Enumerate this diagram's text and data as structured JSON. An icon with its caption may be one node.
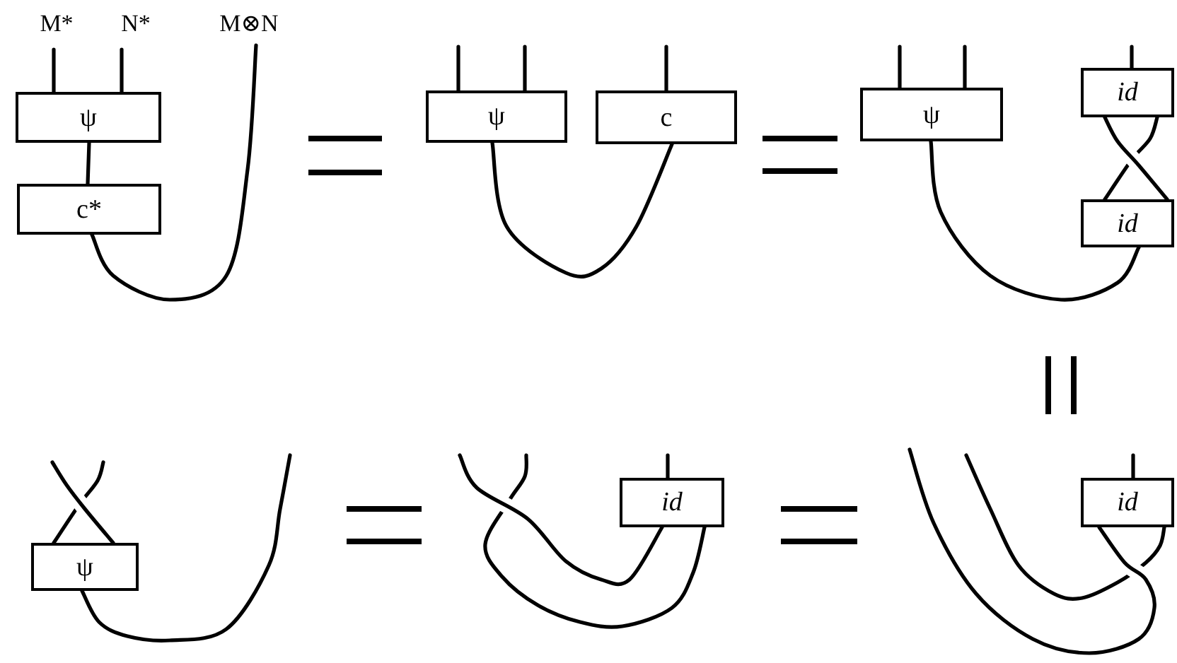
{
  "diagram": {
    "nodes": [
      {
        "text": [
          "ψ"
        ]
      },
      {
        "text": [
          "c*"
        ]
      },
      {
        "text": [
          "ψ"
        ]
      },
      {
        "text": [
          "c"
        ]
      },
      {
        "text": [
          "ψ"
        ]
      },
      {
        "text": [
          "id"
        ]
      },
      {
        "text": [
          "id"
        ]
      },
      {
        "text": [
          "ψ"
        ]
      },
      {
        "text": [
          "id"
        ]
      },
      {
        "text": [
          "id"
        ]
      }
    ],
    "edges": [
      {
        "from": null,
        "to": 0,
        "arrow": "none"
      },
      {
        "from": null,
        "to": 0,
        "arrow": "none"
      },
      {
        "from": 0,
        "to": 1,
        "arrow": "none"
      },
      {
        "from": 1,
        "to": null,
        "arrow": "none"
      },
      {
        "from": null,
        "to": 2,
        "arrow": "none"
      },
      {
        "from": null,
        "to": 2,
        "arrow": "none"
      },
      {
        "from": null,
        "to": 3,
        "arrow": "none"
      },
      {
        "from": 2,
        "to": 3,
        "arrow": "none"
      },
      {
        "from": null,
        "to": 4,
        "arrow": "none"
      },
      {
        "from": null,
        "to": 4,
        "arrow": "none"
      },
      {
        "from": null,
        "to": 5,
        "arrow": "none"
      },
      {
        "from": 5,
        "to": 6,
        "arrow": "none"
      },
      {
        "from": 5,
        "to": 6,
        "arrow": "none"
      },
      {
        "from": 4,
        "to": 6,
        "arrow": "none"
      },
      {
        "from": null,
        "to": 7,
        "arrow": "none"
      },
      {
        "from": null,
        "to": 7,
        "arrow": "none"
      },
      {
        "from": 7,
        "to": null,
        "arrow": "none"
      },
      {
        "from": null,
        "to": 8,
        "arrow": "none"
      },
      {
        "from": null,
        "to": 8,
        "arrow": "none"
      },
      {
        "from": null,
        "to": 8,
        "arrow": "none"
      },
      {
        "from": null,
        "to": 9,
        "arrow": "none"
      },
      {
        "from": null,
        "to": 9,
        "arrow": "none"
      },
      {
        "from": null,
        "to": 9,
        "arrow": "none"
      }
    ],
    "labels": [
      "M*",
      "N*",
      "M⊗N"
    ]
  }
}
